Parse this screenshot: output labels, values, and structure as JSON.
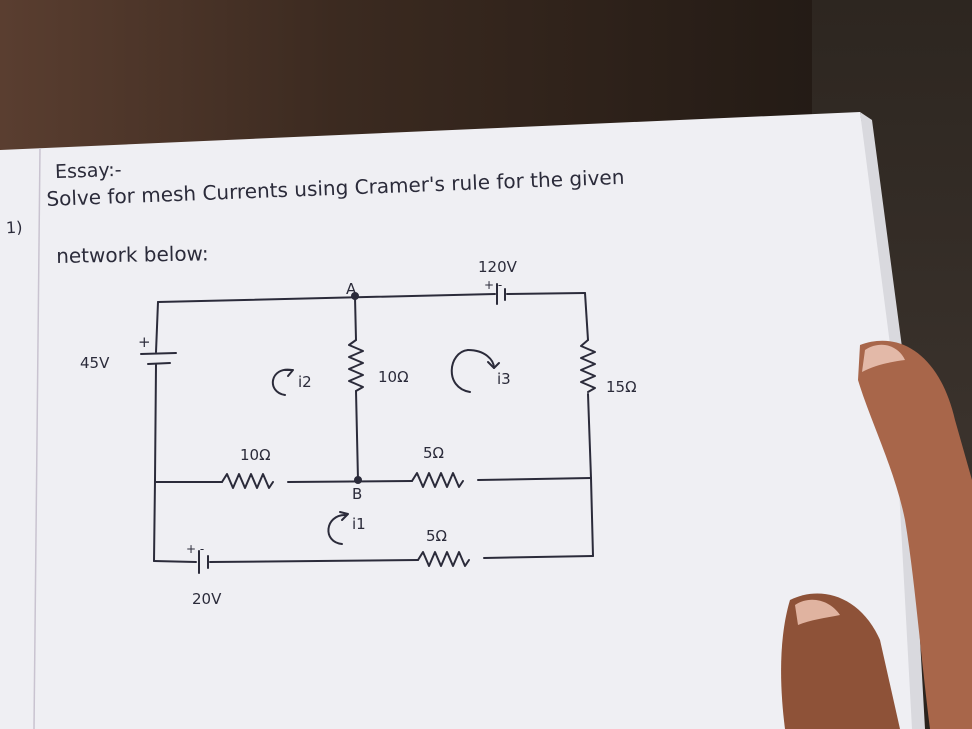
{
  "note": {
    "heading": "Essay:-",
    "question_number": "1)",
    "question_line1": "Solve for mesh Currents using Cramer's rule for the given",
    "question_line2": "network below:"
  },
  "circuit": {
    "source_top": "120V",
    "source_top_polarity": "+ -",
    "source_left": "45V",
    "source_left_polarity": "+",
    "source_bottom": "20V",
    "source_bottom_polarity": "+ -",
    "node_a": "A",
    "node_b": "B",
    "r_middle_vertical": "10Ω",
    "r_right_vertical": "15Ω",
    "r_left_horizontal": "10Ω",
    "r_middle_horizontal": "5Ω",
    "r_bottom_horizontal": "5Ω",
    "mesh_i1": "i1",
    "mesh_i2": "i2",
    "mesh_i3": "i3"
  },
  "colors": {
    "paper": "#f1f1f4",
    "ink": "#2b2b3a",
    "skin": "#a8664a"
  }
}
